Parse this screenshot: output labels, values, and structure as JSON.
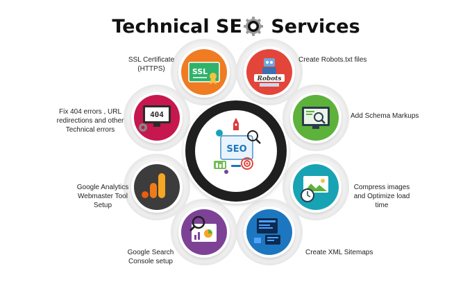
{
  "title": {
    "before": "Technical SE",
    "after": " Services"
  },
  "services": [
    {
      "key": "ssl",
      "label": "SSL Certificate (HTTPS)",
      "icon": "ssl-certificate-icon",
      "color": "#ef7c22",
      "badge": "SSL"
    },
    {
      "key": "robots",
      "label": "Create Robots.txt files",
      "icon": "robot-icon",
      "color": "#e3453a",
      "badge": "Robots"
    },
    {
      "key": "schema",
      "label": "Add Schema Markups",
      "icon": "schema-monitor-icon",
      "color": "#5cb23a"
    },
    {
      "key": "images",
      "label": "Compress images and Optimize load time",
      "icon": "image-stopwatch-icon",
      "color": "#17a3b4"
    },
    {
      "key": "sitemap",
      "label": "Create XML Sitemaps",
      "icon": "sitemap-icon",
      "color": "#1d77c0"
    },
    {
      "key": "console",
      "label": "Google Search Console setup",
      "icon": "search-console-icon",
      "color": "#7d4296"
    },
    {
      "key": "analytics",
      "label": "Google Analytics Webmaster Tool Setup",
      "icon": "analytics-bars-icon",
      "color": "#3c3c3c"
    },
    {
      "key": "errors",
      "label": "Fix 404 errors , URL redirections and other Technical errors",
      "icon": "error-404-icon",
      "color": "#c7174f",
      "badge": "404"
    }
  ],
  "center": {
    "badge": "SEO",
    "icon": "seo-collage-icon"
  }
}
